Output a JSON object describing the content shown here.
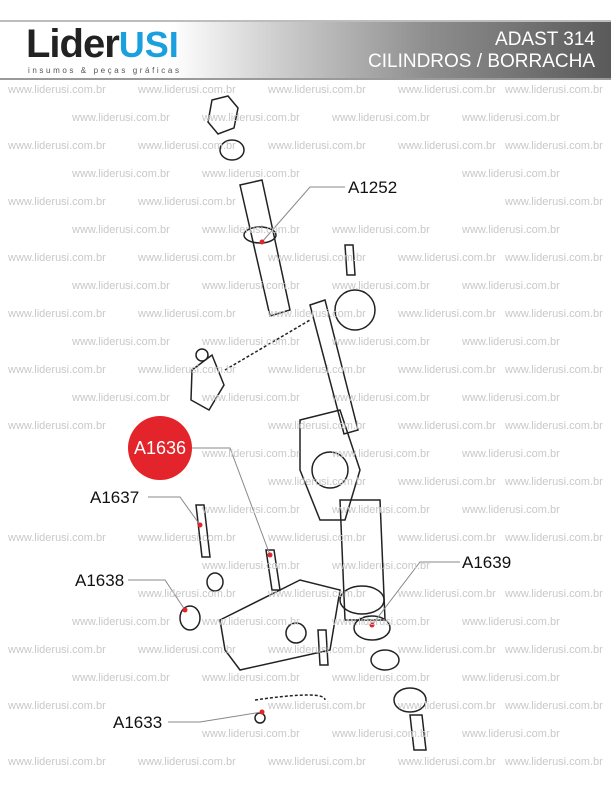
{
  "logo": {
    "brand_main": "Lider",
    "brand_accent": "USI",
    "tagline": "insumos & peças gráficas"
  },
  "header": {
    "line1": "ADAST 314",
    "line2": "CILINDROS / BORRACHA"
  },
  "watermark": "www.liderusi.com.br",
  "parts": [
    {
      "code": "A1252"
    },
    {
      "code": "A1636",
      "highlighted": true
    },
    {
      "code": "A1637"
    },
    {
      "code": "A1638"
    },
    {
      "code": "A1639"
    },
    {
      "code": "A1633"
    }
  ],
  "colors": {
    "accent_blue": "#1aa0df",
    "highlight_red": "#e3242b",
    "leader": "#888888",
    "marker": "#e3242b"
  }
}
